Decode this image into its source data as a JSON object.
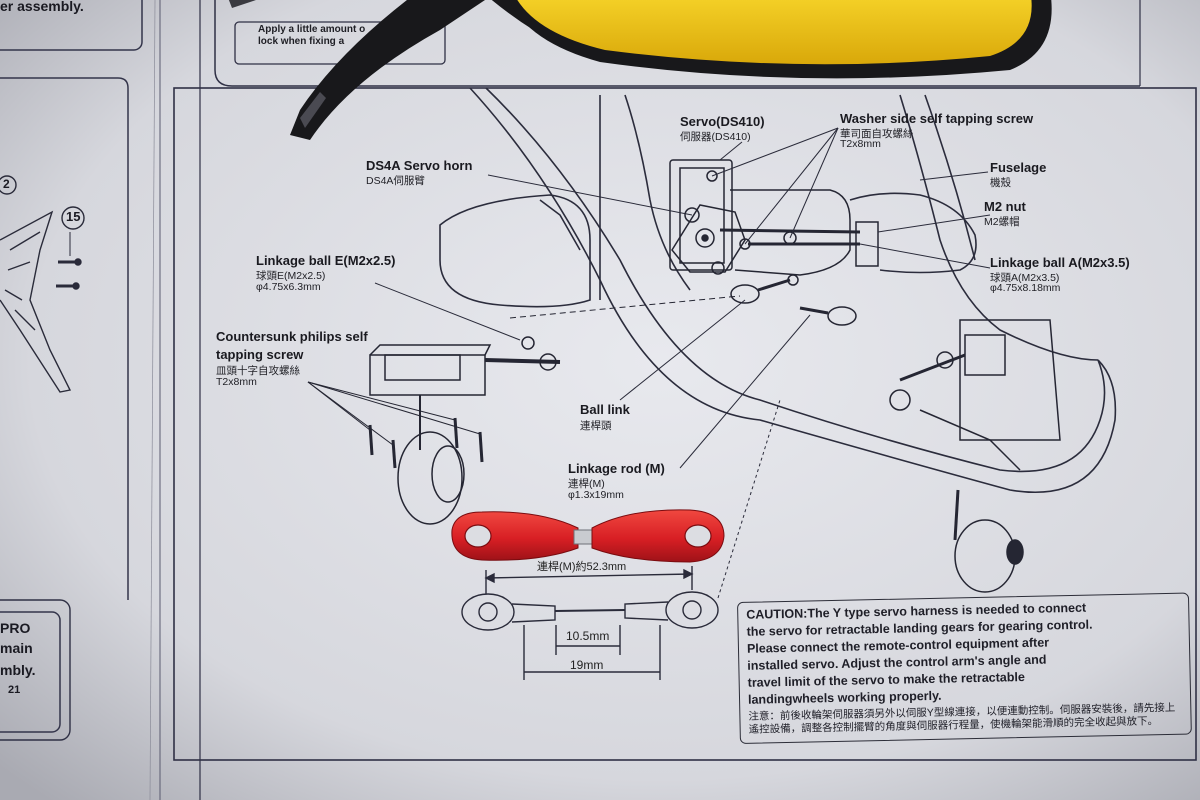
{
  "labels": {
    "servo": "Servo(DS410)",
    "servo_cn": "伺服器(DS410)",
    "washer": "Washer side self tapping screw",
    "washer_cn": "華司面自攻螺絲",
    "washer_size": "T2x8mm",
    "ds4a": "DS4A Servo horn",
    "ds4a_cn": "DS4A伺服臂",
    "fuselage": "Fuselage",
    "fuselage_cn": "機殼",
    "m2nut": "M2 nut",
    "m2nut_cn": "M2螺帽",
    "linkage_ball_e": "Linkage ball E(M2x2.5)",
    "linkage_ball_e_cn": "球頭E(M2x2.5)",
    "linkage_ball_e_size": "φ4.75x6.3mm",
    "linkage_ball_a": "Linkage ball A(M2x3.5)",
    "linkage_ball_a_cn": "球頭A(M2x3.5)",
    "linkage_ball_a_size": "φ4.75x8.18mm",
    "countersunk_1": "Countersunk philips self",
    "countersunk_2": "tapping screw",
    "countersunk_cn": "皿頭十字自攻螺絲",
    "countersunk_size": "T2x8mm",
    "ball_link": "Ball link",
    "ball_link_cn": "連桿頭",
    "linkage_rod": "Linkage rod (M)",
    "linkage_rod_cn": "連桿(M)",
    "linkage_rod_size": "φ1.3x19mm",
    "dim_total": "連桿(M)約52.3mm",
    "dim_10_5": "10.5mm",
    "dim_19": "19mm"
  },
  "caution": {
    "line1": "CAUTION:The Y type servo harness is needed to connect",
    "line2": "the servo for retractable landing gears for gearing control.",
    "line3": "Please connect the remote-control equipment after",
    "line4": "installed servo.  Adjust the control arm's angle and",
    "line5": "travel limit of the servo to make the retractable",
    "line6": "landingwheels working properly.",
    "cn": "注意：前後收輪架伺服器須另外以伺服Y型線連接，以便連動控制。伺服器安裝後，請先接上遙控設備，調整各控制擺臂的角度與伺服器行程量，使機輪架能滑順的完全收起與放下。"
  },
  "fragments": {
    "assembly": "er assembly.",
    "step_num": "15",
    "badge_2": "2",
    "pro": "PRO",
    "main": "main",
    "mbly": "mbly.",
    "badge_21": "21",
    "apply_1": "Apply a little amount o",
    "apply_2": "lock when fixing a"
  },
  "colors": {
    "paper": "#dcdde2",
    "ink": "#1c1c22",
    "pliers_yellow": "#f2c40f",
    "pliers_black": "#18181b",
    "ball_link_red": "#d81f24"
  }
}
